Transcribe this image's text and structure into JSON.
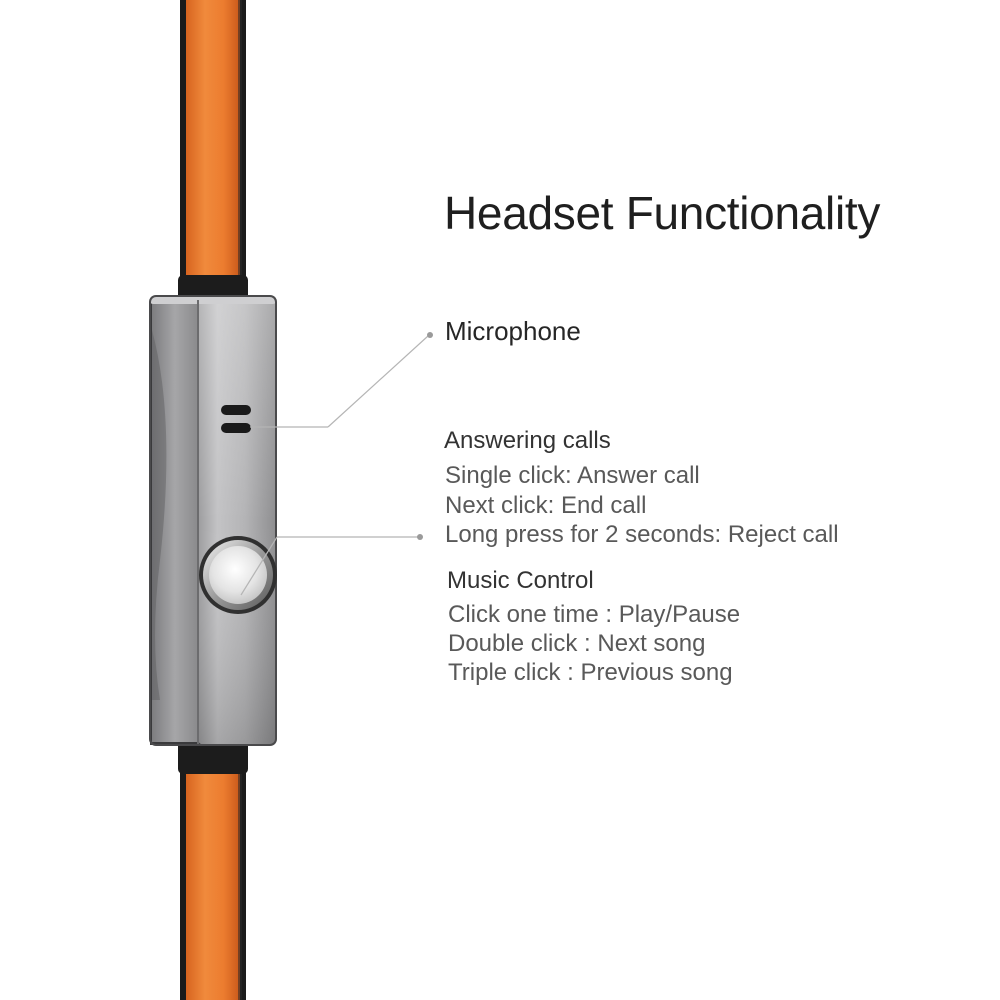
{
  "title": "Headset Functionality",
  "microphone": {
    "label": "Microphone"
  },
  "answering_calls": {
    "heading": "Answering calls",
    "lines": [
      "Single click: Answer call",
      "Next click: End call",
      "Long press for 2 seconds: Reject call"
    ]
  },
  "music_control": {
    "heading": "Music Control",
    "lines": [
      "Click one time : Play/Pause",
      "Double click : Next song",
      "Triple click : Previous song"
    ]
  },
  "colors": {
    "cable": "#ea7a2e",
    "cable_edge": "#1b1b1b",
    "housing": "#a9a9ab",
    "callout_line": "#b5b5b5",
    "text": "#2b2b2b"
  }
}
